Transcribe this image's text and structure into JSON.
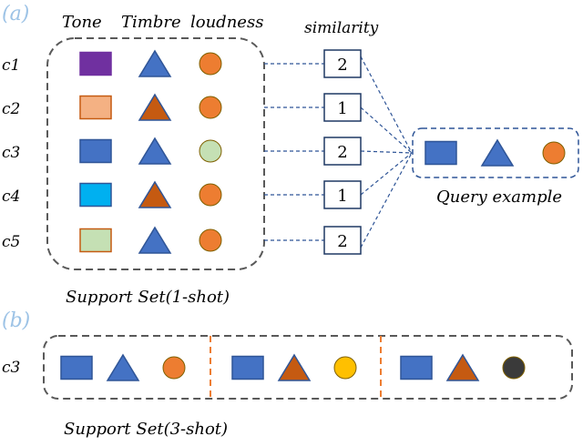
{
  "panel_a": {
    "label": "(a)",
    "headers": {
      "tone": "Tone",
      "timbre": "Timbre",
      "loudness": "loudness",
      "similarity": "similarity"
    },
    "rows": [
      {
        "name": "c1",
        "tone_color": "#7030A0",
        "tone_border": "#7030A0",
        "timbre_color": "#4472C4",
        "loud_color": "#ED7D31",
        "similarity": "2"
      },
      {
        "name": "c2",
        "tone_color": "#F4B183",
        "tone_border": "#C55A11",
        "timbre_color": "#C55A11",
        "loud_color": "#ED7D31",
        "similarity": "1"
      },
      {
        "name": "c3",
        "tone_color": "#4472C4",
        "tone_border": "#2F5597",
        "timbre_color": "#4472C4",
        "loud_color": "#C5E0B4",
        "similarity": "2"
      },
      {
        "name": "c4",
        "tone_color": "#00B0F0",
        "tone_border": "#2F5597",
        "timbre_color": "#C55A11",
        "loud_color": "#ED7D31",
        "similarity": "1"
      },
      {
        "name": "c5",
        "tone_color": "#C5E0B4",
        "tone_border": "#C55A11",
        "timbre_color": "#4472C4",
        "loud_color": "#ED7D31",
        "similarity": "2"
      }
    ],
    "support_caption": "Support Set(1-shot)",
    "query": {
      "tone_color": "#4472C4",
      "timbre_color": "#4472C4",
      "loud_color": "#ED7D31",
      "caption": "Query example"
    }
  },
  "panel_b": {
    "label": "(b)",
    "row_name": "c3",
    "shots": [
      {
        "tone_color": "#4472C4",
        "timbre_color": "#4472C4",
        "loud_color": "#ED7D31"
      },
      {
        "tone_color": "#4472C4",
        "timbre_color": "#C55A11",
        "loud_color": "#FFC000"
      },
      {
        "tone_color": "#4472C4",
        "timbre_color": "#C55A11",
        "loud_color": "#3A3A3A"
      }
    ],
    "support_caption": "Support Set(3-shot)"
  },
  "colors": {
    "label_blue": "#9DC3E6",
    "dash_gray": "#595959",
    "link_blue": "#2F5597",
    "separator_orange": "#ED7D31",
    "shape_outline": "#2F5597"
  }
}
